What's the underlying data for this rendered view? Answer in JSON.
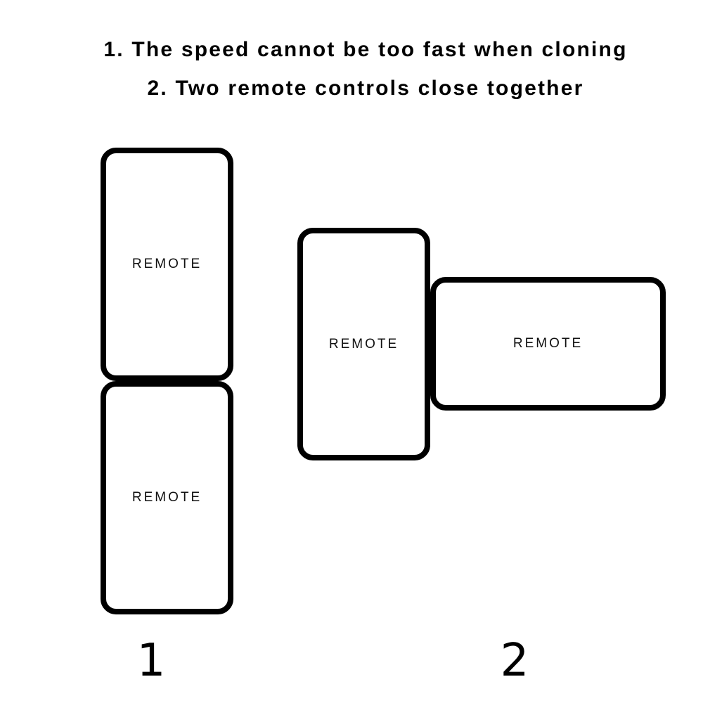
{
  "page": {
    "background_color": "#ffffff",
    "ink_color": "#000000",
    "kind": "product-instruction-diagram"
  },
  "instructions": {
    "line1": "1. The speed cannot be too fast when cloning",
    "line2": "2. Two remote controls close together"
  },
  "figures": [
    {
      "number": "1",
      "description": "two vertical remotes stacked end to end",
      "remotes": [
        {
          "label": "REMOTE",
          "orientation": "vertical"
        },
        {
          "label": "REMOTE",
          "orientation": "vertical"
        }
      ]
    },
    {
      "number": "2",
      "description": "vertical remote and horizontal remote touching side by side",
      "remotes": [
        {
          "label": "REMOTE",
          "orientation": "vertical"
        },
        {
          "label": "REMOTE",
          "orientation": "horizontal"
        }
      ]
    }
  ]
}
